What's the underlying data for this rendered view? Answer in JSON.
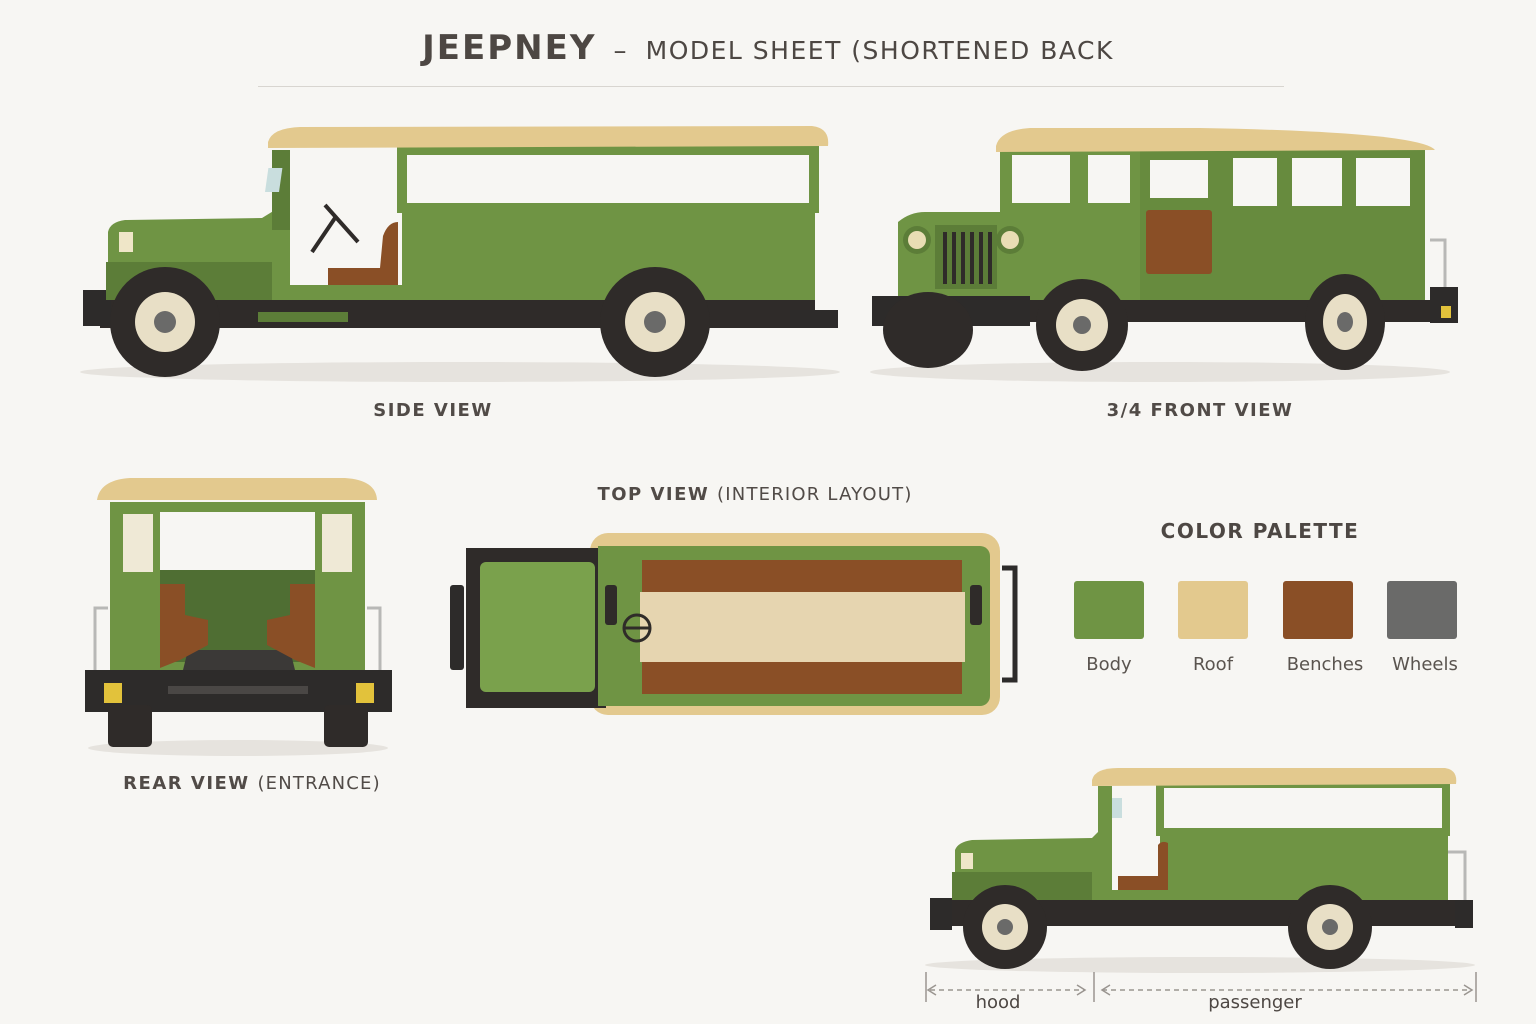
{
  "title": {
    "main": "JEEPNEY",
    "separator": "–",
    "rest": "MODEL SHEET (SHORTENED BACK"
  },
  "views": {
    "side": "SIDE VIEW",
    "front34": "3/4 FRONT VIEW",
    "rear_bold": "REAR VIEW",
    "rear_light": "(ENTRANCE)",
    "top_bold": "TOP VIEW",
    "top_light": "(INTERIOR LAYOUT)"
  },
  "palette": {
    "title": "COLOR PALETTE",
    "swatches": [
      {
        "label": "Body",
        "color": "#6f9444"
      },
      {
        "label": "Roof",
        "color": "#e3c98e"
      },
      {
        "label": "Benches",
        "color": "#8a4f26"
      },
      {
        "label": "Wheels",
        "color": "#6a6a69"
      }
    ]
  },
  "dimensions": {
    "hood": "hood",
    "passenger": "passenger"
  },
  "colors": {
    "body": "#6f9444",
    "body_dark": "#5c7d38",
    "roof": "#e3c98e",
    "bench": "#8a4f26",
    "wheel": "#2f2b29",
    "hub": "#e8dfc6",
    "bumper": "#2d2b2a"
  }
}
